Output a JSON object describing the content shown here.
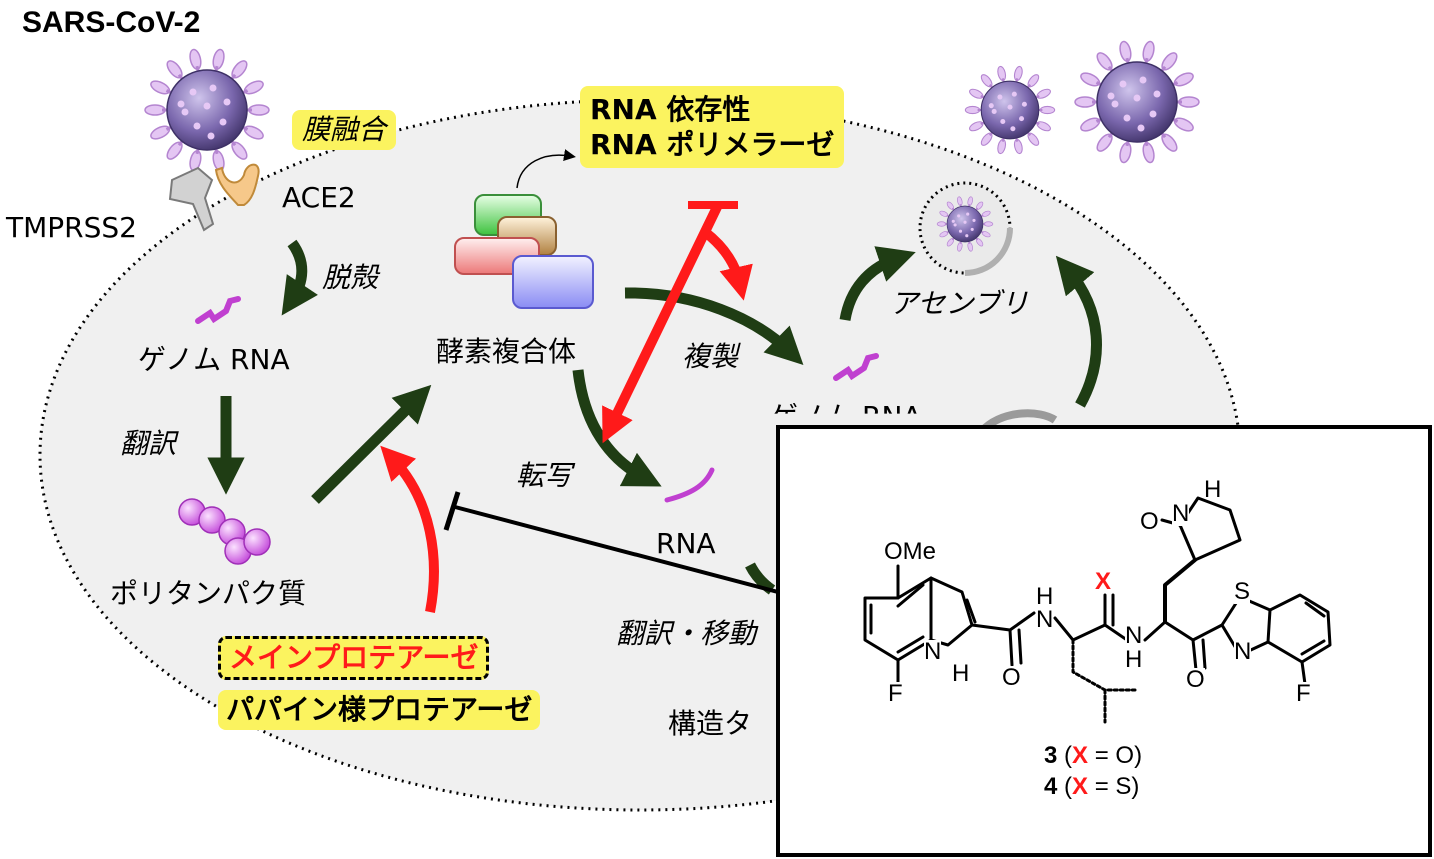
{
  "title": "SARS-CoV-2",
  "receptors": {
    "ace2": "ACE2",
    "tmprss2": "TMPRSS2"
  },
  "steps": {
    "fusion": "膜融合",
    "uncoating": "脱殻",
    "translation": "翻訳",
    "replication": "複製",
    "transcription": "転写",
    "assembly": "アセンブリ",
    "translation_transport": "翻訳・移動"
  },
  "molecules": {
    "genome_rna_1": "ゲノム RNA",
    "genome_rna_2": "ゲノム RNA",
    "polyprotein": "ポリタンパク質",
    "enzyme_complex": "酵素複合体",
    "rna": "RNA",
    "structural_protein": "構造タ"
  },
  "rdrp": {
    "line1": "RNA 依存性",
    "line2": "RNA ポリメラーゼ"
  },
  "proteases": {
    "main": "メインプロテアーゼ",
    "papain": "パパイン様プロテアーゼ"
  },
  "compound": {
    "atoms": {
      "ome": "OMe",
      "f_left": "F",
      "f_right": "F",
      "nh_indole_n": "N",
      "nh_indole_h": "H",
      "o_amide1": "O",
      "n_amide1": "N",
      "h_amide1": "H",
      "x_label": "X",
      "n_amide2": "N",
      "h_amide2": "H",
      "o_lactam": "O",
      "n_lactam": "N",
      "h_lactam": "H",
      "o_ketone": "O",
      "s_btz": "S",
      "n_btz": "N"
    },
    "legend": [
      {
        "num": "3",
        "open": " (",
        "x": "X",
        "rest": " = O)"
      },
      {
        "num": "4",
        "open": " (",
        "x": "X",
        "rest": " = S)"
      }
    ]
  },
  "colors": {
    "cell_fill": "#f0f0f0",
    "arrow_green": "#1f3d14",
    "arrow_red": "#ff1a1a",
    "virus": "#6c5a9e",
    "highlight": "#fbf35f"
  }
}
